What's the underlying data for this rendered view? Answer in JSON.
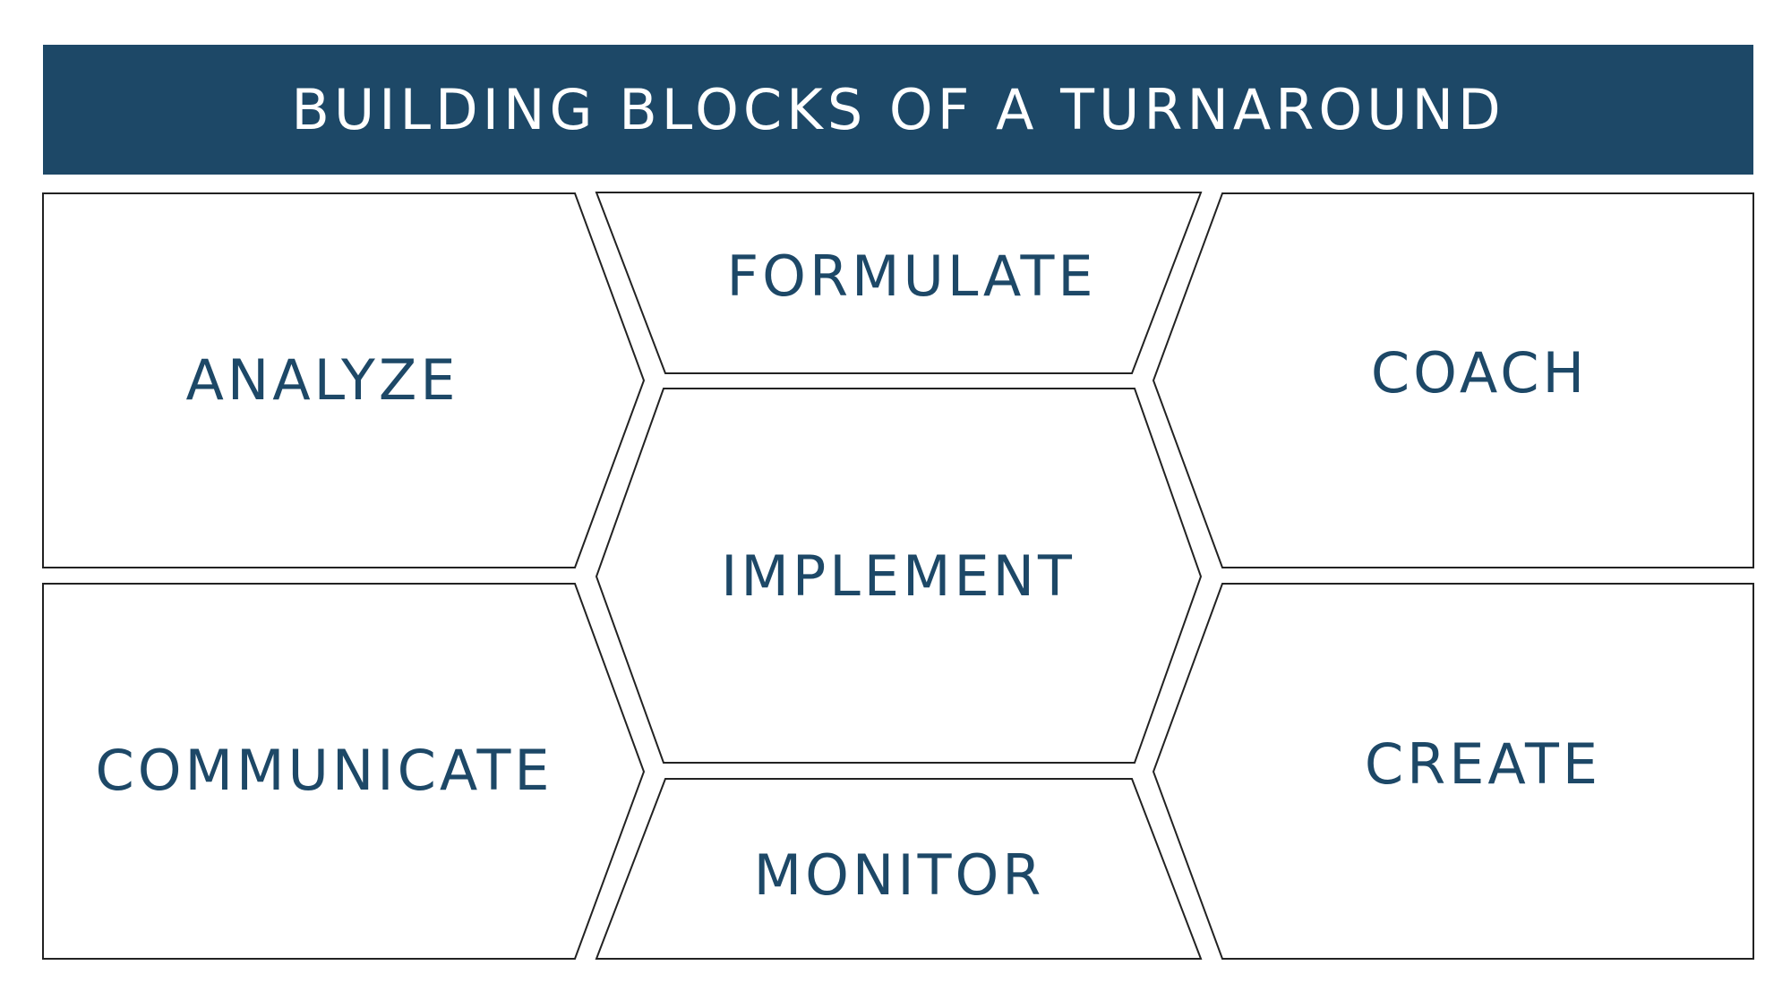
{
  "header": {
    "title": "BUILDING BLOCKS OF A TURNAROUND"
  },
  "colors": {
    "header_background": "#1d4867",
    "label_text": "#1d4867",
    "outline": "#222222"
  },
  "blocks": {
    "analyze": "ANALYZE",
    "formulate": "FORMULATE",
    "coach": "COACH",
    "implement": "IMPLEMENT",
    "communicate": "COMMUNICATE",
    "monitor": "MONITOR",
    "create": "CREATE"
  }
}
